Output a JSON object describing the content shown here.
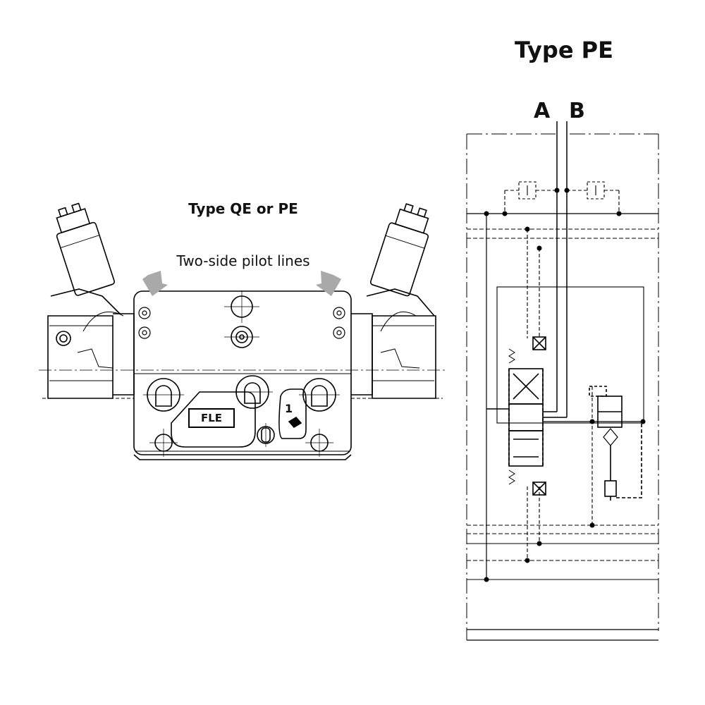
{
  "schematic": {
    "title": "Type PE",
    "port_a": "A",
    "port_b": "B"
  },
  "valve_drawing": {
    "title": "Type QE or PE",
    "pilot_label": "Two-side pilot lines",
    "plate_label": "FLE",
    "section_number": "1"
  }
}
